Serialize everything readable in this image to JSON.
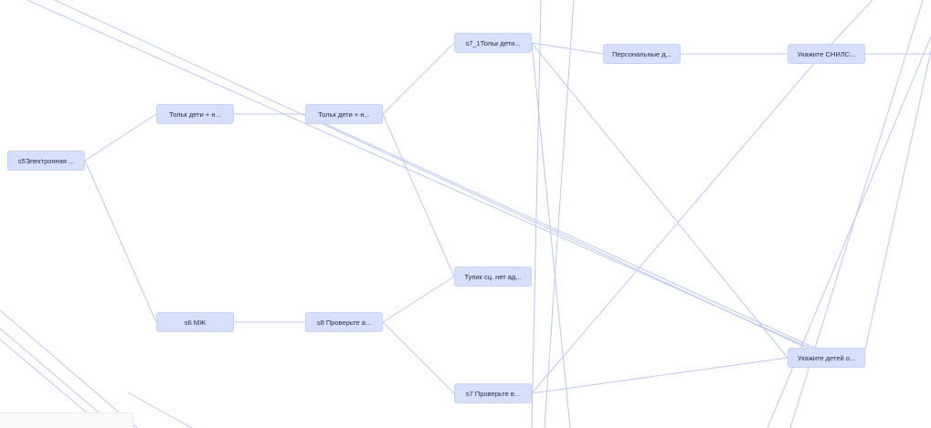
{
  "diagram": {
    "nodes": [
      {
        "id": "n1",
        "label": "s5Электронная ..."
      },
      {
        "id": "n2",
        "label": "Тольк дети + н..."
      },
      {
        "id": "n3",
        "label": "s6 МЖ"
      },
      {
        "id": "n4",
        "label": "Тольк дети + н..."
      },
      {
        "id": "n5",
        "label": "s8 Проверьте а..."
      },
      {
        "id": "n6",
        "label": "s7_1Тольк дети..."
      },
      {
        "id": "n7",
        "label": "Тупик сц. нет ад..."
      },
      {
        "id": "n8",
        "label": "s7 Проверьте в..."
      },
      {
        "id": "n9",
        "label": "Персональные д..."
      },
      {
        "id": "n10",
        "label": "Укажите СНИЛС..."
      },
      {
        "id": "n11",
        "label": "Укажите детей о..."
      }
    ],
    "edges": [
      [
        "n1",
        "n2"
      ],
      [
        "n1",
        "n3"
      ],
      [
        "n2",
        "n4"
      ],
      [
        "n3",
        "n5"
      ],
      [
        "n4",
        "n6"
      ],
      [
        "n4",
        "n7"
      ],
      [
        "n5",
        "n7"
      ],
      [
        "n5",
        "n8"
      ],
      [
        "n6",
        "n9"
      ],
      [
        "n6",
        "n11"
      ],
      [
        "n9",
        "n10"
      ],
      [
        "n8",
        "n10"
      ],
      [
        "n8",
        "n11"
      ]
    ]
  }
}
